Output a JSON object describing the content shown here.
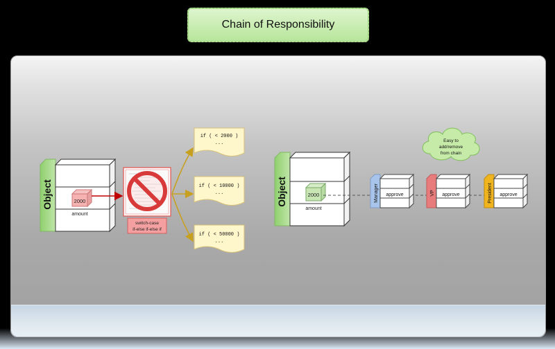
{
  "title": "Chain of Responsibility",
  "left_object": {
    "label": "Object",
    "value": "2000",
    "field": "amount"
  },
  "switch_box": {
    "line1": "switch-case",
    "line2": "if-else if-else if"
  },
  "conditions": [
    {
      "line1": "if ( < 2000 )",
      "line2": "..."
    },
    {
      "line1": "if ( < 10000 )",
      "line2": "..."
    },
    {
      "line1": "if ( < 50000 )",
      "line2": "..."
    }
  ],
  "right_object": {
    "label": "Object",
    "value": "2000",
    "field": "amount"
  },
  "cloud": {
    "line1": "Easy to",
    "line2": "add/remove",
    "line3": "from chain"
  },
  "handlers": [
    {
      "name": "Manager",
      "method": "approve",
      "color": "#a9c4ea"
    },
    {
      "name": "VP",
      "method": "approve",
      "color": "#e87c7c"
    },
    {
      "name": "President",
      "method": "approve",
      "color": "#f0b41e"
    }
  ],
  "colors": {
    "green_tab": "#a6d889",
    "red_box": "#f4a0a0",
    "arrow_gold": "#c8a020",
    "arrow_red": "#c00000"
  }
}
